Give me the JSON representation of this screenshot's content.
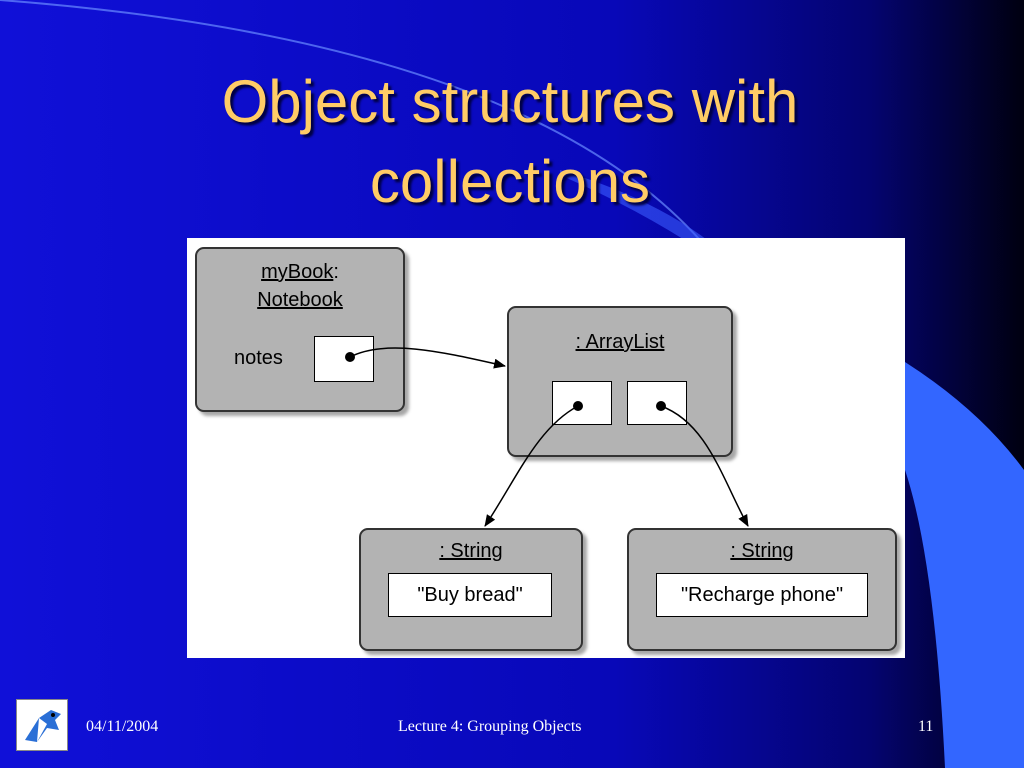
{
  "slide": {
    "title_line1": "Object structures with",
    "title_line2": "collections"
  },
  "diagram": {
    "notebook": {
      "name": "myBook",
      "name_suffix": ":",
      "class": "Notebook",
      "field": "notes"
    },
    "arraylist": {
      "label": ": ArrayList"
    },
    "string1": {
      "label": ": String",
      "value": "\"Buy bread\""
    },
    "string2": {
      "label": ": String",
      "value": "\"Recharge phone\""
    }
  },
  "footer": {
    "date": "04/11/2004",
    "lecture": "Lecture 4: Grouping Objects",
    "page": "11"
  },
  "colors": {
    "background": "#0a0ac8",
    "title": "#ffcc66",
    "object_fill": "#b3b3b3",
    "accent_light": "#3366ff"
  }
}
